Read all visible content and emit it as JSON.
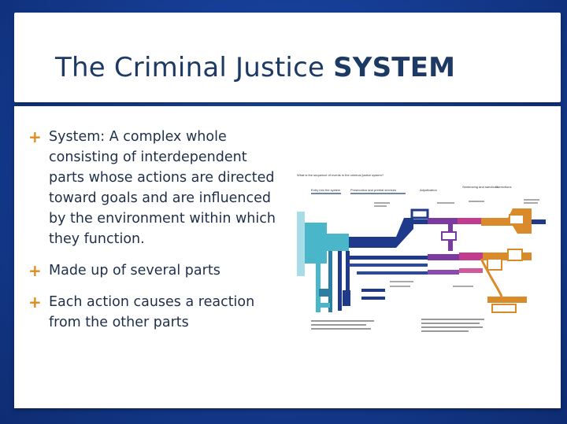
{
  "slide": {
    "title_regular": "The Criminal Justice ",
    "title_bold": "SYSTEM",
    "bullets": [
      "System:  A complex whole consisting of interdependent parts whose actions are directed toward goals and are influenced by the environment within which they function.",
      "Made up of several parts",
      "Each action causes a reaction from the other parts"
    ],
    "bullet_marker": "+"
  },
  "diagram": {
    "heading": "What is the sequence of events in the criminal justice system?",
    "stage_labels": [
      "Entry into the system",
      "Prosecution and pretrial services",
      "Adjudication",
      "Sentencing and sanctions",
      "Corrections"
    ],
    "colors": {
      "entry": "#49b7c9",
      "prosecution": "#1f3a8a",
      "adjudication": "#7a3aa0",
      "sentencing": "#c23b8e",
      "corrections": "#d98a2a"
    }
  }
}
